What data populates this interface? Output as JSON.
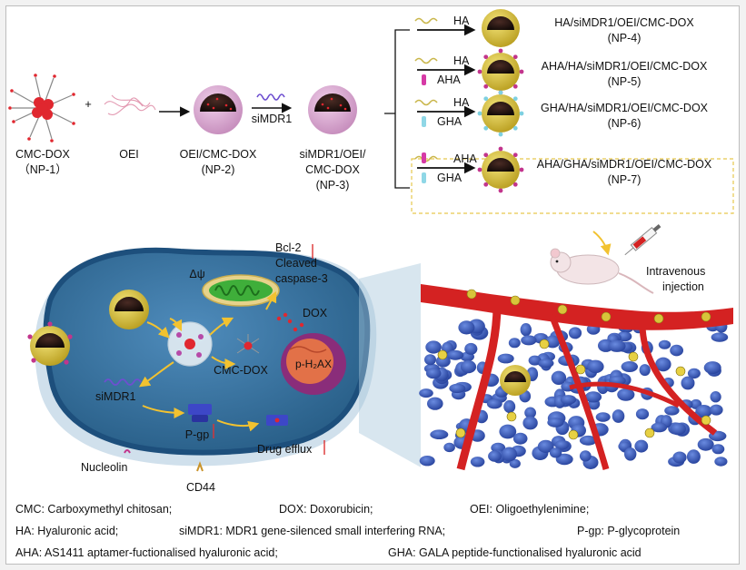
{
  "colors": {
    "cell_blue": "#2f6f9e",
    "cell_edge": "#1d4f7c",
    "np_shell": "#d8c43a",
    "np_pink": "#d9a6cf",
    "tumor_blue": "#3657b8",
    "vessel_red": "#d42222"
  },
  "synthesis": {
    "np1": {
      "name": "CMC-DOX",
      "code": "（NP-1）"
    },
    "plus": "+",
    "oei": "OEI",
    "np2": {
      "name": "OEI/CMC-DOX",
      "code": "(NP-2)"
    },
    "sirna": "siMDR1",
    "np3": {
      "line1": "siMDR1/OEI/",
      "line2": "CMC-DOX",
      "code": "(NP-3)"
    }
  },
  "variants": [
    {
      "coats": [
        "HA"
      ],
      "name": "HA/siMDR1/OEI/CMC-DOX",
      "code": "(NP-4)"
    },
    {
      "coats": [
        "HA",
        "AHA"
      ],
      "name": "AHA/HA/siMDR1/OEI/CMC-DOX",
      "code": "(NP-5)"
    },
    {
      "coats": [
        "HA",
        "GHA"
      ],
      "name": "GHA/HA/siMDR1/OEI/CMC-DOX",
      "code": "(NP-6)"
    },
    {
      "coats": [
        "AHA",
        "GHA"
      ],
      "name": "AHA/GHA/siMDR1/OEI/CMC-DOX",
      "code": "(NP-7)"
    }
  ],
  "cell": {
    "delta_psi": "Δψ",
    "bcl2": "Bcl-2",
    "cleaved": "Cleaved",
    "caspase": "caspase-3",
    "dox": "DOX",
    "ph2ax": "p-H₂AX",
    "cmcdox": "CMC-DOX",
    "simdr1": "siMDR1",
    "pgp": "P-gp",
    "efflux": "Drug efflux",
    "nucleolin": "Nucleolin",
    "cd44": "CD44"
  },
  "injection": {
    "line1": "Intravenous",
    "line2": "injection"
  },
  "legend": {
    "row1": [
      "CMC: Carboxymethyl chitosan;",
      "DOX: Doxorubicin;",
      "OEI: Oligoethylenimine;"
    ],
    "row2": [
      "HA: Hyaluronic acid;",
      "siMDR1: MDR1 gene-silenced small interfering RNA;",
      "P-gp: P-glycoprotein"
    ],
    "row3": [
      "AHA: AS1411 aptamer-fuctionalised hyaluronic acid;",
      "GHA: GALA peptide-functionalised hyaluronic acid"
    ]
  }
}
